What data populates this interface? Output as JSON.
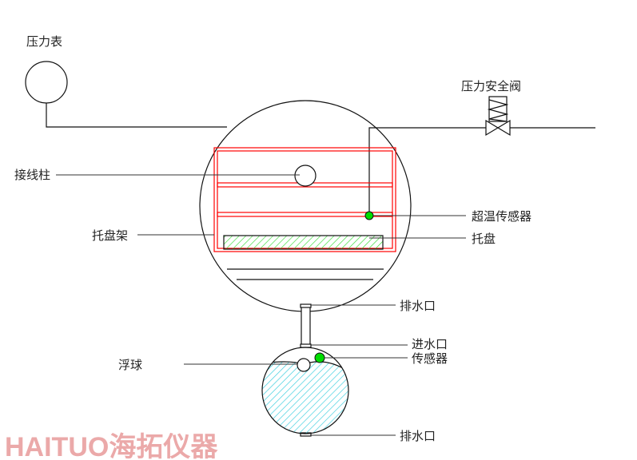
{
  "labels": {
    "pressure_gauge": "压力表",
    "safety_valve": "压力安全阀",
    "terminal_post": "接线柱",
    "tray_rack": "托盘架",
    "overtemp_sensor": "超温传感器",
    "tray": "托盘",
    "drain_upper": "排水口",
    "water_inlet": "进水口",
    "sensor": "传感器",
    "float_ball": "浮球",
    "drain_lower": "排水口"
  },
  "watermark": "HAITUO海拓仪器",
  "colors": {
    "rack": "#ff0000",
    "tray_hatch": "#33dd33",
    "water_hatch": "#33ccdd",
    "sensor": "#00dd00"
  }
}
